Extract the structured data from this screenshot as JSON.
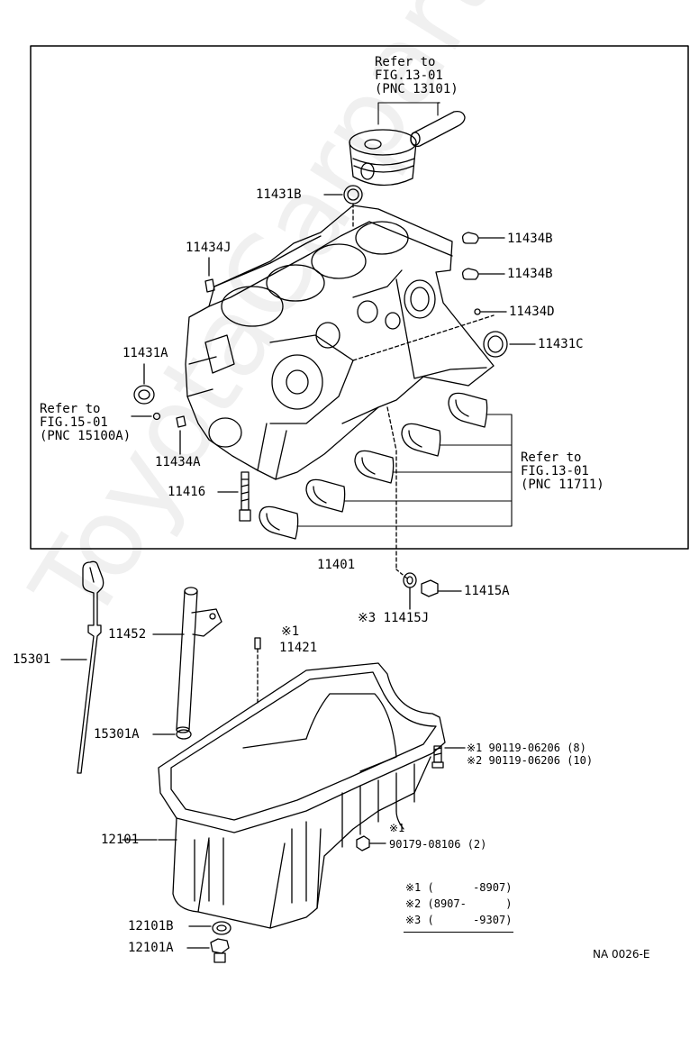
{
  "figure_code": "NA 0026-E",
  "watermark": "ToyotaCarparts.ru",
  "refs": {
    "piston": [
      "Refer to",
      "FIG.13-01",
      "(PNC 13101)"
    ],
    "oil_pump": [
      "Refer to",
      "FIG.15-01",
      "(PNC 15100A)"
    ],
    "bearings": [
      "Refer to",
      "FIG.13-01",
      "(PNC 11711)"
    ]
  },
  "parts": {
    "p11431B": "11431B",
    "p11434J": "11434J",
    "p11434B_1": "11434B",
    "p11434B_2": "11434B",
    "p11434D": "11434D",
    "p11431C": "11431C",
    "p11431A": "11431A",
    "p11434A": "11434A",
    "p11416": "11416",
    "p11401": "11401",
    "p11415A": "11415A",
    "p11415J": "※3 11415J",
    "p11452": "11452",
    "p11421_note": "※1",
    "p11421": "11421",
    "p15301": "15301",
    "p15301A": "15301A",
    "p12101": "12101",
    "p12101B": "12101B",
    "p12101A": "12101A",
    "bolt1": "※1 90119-06206 (8)",
    "bolt2": "※2 90119-06206 (10)",
    "plug_note": "※1",
    "plug": "90179-08106 (2)"
  },
  "legend": [
    "※1 (      -8907)",
    "※2 (8907-      )",
    "※3 (      -9307)"
  ]
}
